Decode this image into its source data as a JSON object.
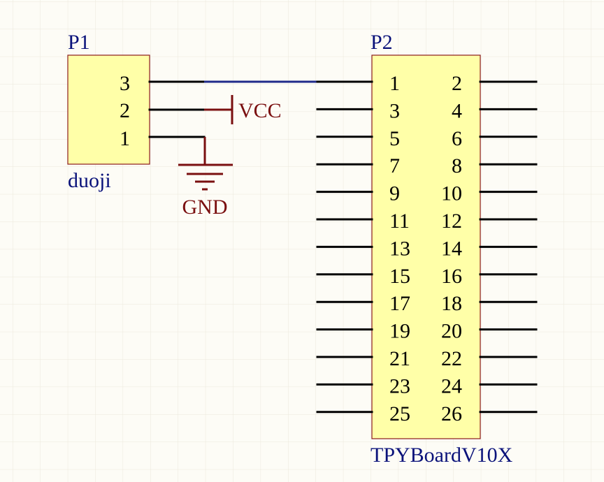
{
  "schematic": {
    "p1": {
      "designator": "P1",
      "comment": "duoji",
      "pins": [
        "3",
        "2",
        "1"
      ]
    },
    "p2": {
      "designator": "P2",
      "comment": "TPYBoardV10X",
      "left_pins": [
        "1",
        "3",
        "5",
        "7",
        "9",
        "11",
        "13",
        "15",
        "17",
        "19",
        "21",
        "23",
        "25"
      ],
      "right_pins": [
        "2",
        "4",
        "6",
        "8",
        "10",
        "12",
        "14",
        "16",
        "18",
        "20",
        "22",
        "24",
        "26"
      ]
    },
    "power": {
      "vcc_label": "VCC",
      "gnd_label": "GND"
    }
  }
}
